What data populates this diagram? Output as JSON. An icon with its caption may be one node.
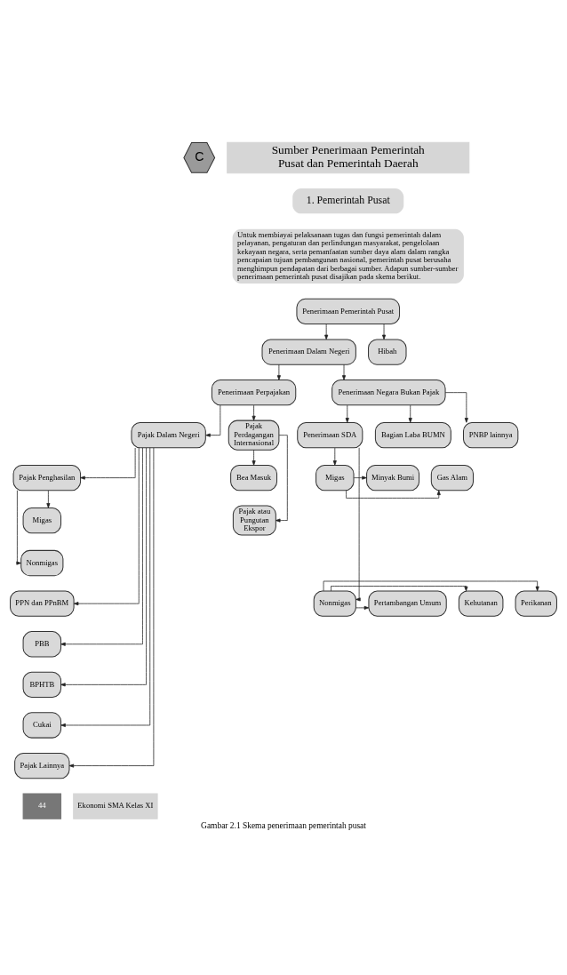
{
  "diagram": {
    "caption": "Gambar 2.1 Skema penerimaan pemerintah pusat",
    "nodes": [
      {
        "text": [
          "Penerimaan Pemerintah Pusat"
        ]
      },
      {
        "text": [
          "Penerimaan Dalam Negeri"
        ]
      },
      {
        "text": [
          "Hibah"
        ]
      },
      {
        "text": [
          "Penerimaan Perpajakan"
        ]
      },
      {
        "text": [
          "Penerimaan Negara Bukan Pajak"
        ]
      },
      {
        "text": [
          "Pajak Dalam Negeri"
        ]
      },
      {
        "text": [
          "Pajak Perdagangan Internasional"
        ]
      },
      {
        "text": [
          "Penerimaan SDA"
        ]
      },
      {
        "text": [
          "Bagian Laba BUMN"
        ]
      },
      {
        "text": [
          "PNBP lainnya"
        ]
      },
      {
        "text": [
          "Pajak Penghasilan"
        ]
      },
      {
        "text": [
          "Bea Masuk"
        ]
      },
      {
        "text": [
          "Migas"
        ]
      },
      {
        "text": [
          "Minyak Bumi"
        ]
      },
      {
        "text": [
          "Pajak atau Pungutan Ekspor"
        ]
      },
      {
        "text": [
          "Gas Alam"
        ]
      },
      {
        "text": [
          "Migas"
        ]
      },
      {
        "text": [
          "Nonmigas"
        ]
      },
      {
        "text": [
          "Pertambangan Umum"
        ]
      },
      {
        "text": [
          "PPN dan PPnBM"
        ]
      },
      {
        "text": [
          "Nonmigas"
        ]
      },
      {
        "text": [
          "Kehutanan"
        ]
      },
      {
        "text": [
          "PBB"
        ]
      },
      {
        "text": [
          "Perikanan"
        ]
      },
      {
        "text": [
          "BPHTB"
        ]
      },
      {
        "text": [
          "Cukai"
        ]
      },
      {
        "text": [
          "Pajak Lainnya"
        ]
      }
    ],
    "edges": [
      {
        "from": 0,
        "to": 1,
        "arrow": "to"
      },
      {
        "from": 0,
        "to": 2,
        "arrow": "to"
      },
      {
        "from": 1,
        "to": 3,
        "arrow": "to"
      },
      {
        "from": 1,
        "to": 4,
        "arrow": "to"
      },
      {
        "from": 3,
        "to": 5,
        "arrow": "to"
      },
      {
        "from": 3,
        "to": 6,
        "arrow": "to"
      },
      {
        "from": 4,
        "to": 7,
        "arrow": "to"
      },
      {
        "from": 4,
        "to": 8,
        "arrow": "to"
      },
      {
        "from": 4,
        "to": 9,
        "arrow": "to"
      },
      {
        "from": 5,
        "to": 10,
        "arrow": "to"
      },
      {
        "from": 10,
        "to": 16,
        "arrow": "to"
      },
      {
        "from": 10,
        "to": 17,
        "arrow": "to"
      },
      {
        "from": 5,
        "to": 19,
        "arrow": "to"
      },
      {
        "from": 5,
        "to": 22,
        "arrow": "to"
      },
      {
        "from": 5,
        "to": 24,
        "arrow": "to"
      },
      {
        "from": 5,
        "to": 25,
        "arrow": "to"
      },
      {
        "from": 5,
        "to": 26,
        "arrow": "to"
      },
      {
        "from": 6,
        "to": 11,
        "arrow": "to"
      },
      {
        "from": 6,
        "to": 14,
        "arrow": "to"
      },
      {
        "from": 7,
        "to": 12,
        "arrow": "to"
      },
      {
        "from": 7,
        "to": 20,
        "arrow": "to"
      },
      {
        "from": 12,
        "to": 13,
        "arrow": "to"
      },
      {
        "from": 12,
        "to": 15,
        "arrow": "to"
      },
      {
        "from": 20,
        "to": 18,
        "arrow": "to"
      },
      {
        "from": 20,
        "to": 21,
        "arrow": "to"
      },
      {
        "from": 20,
        "to": 23,
        "arrow": "to"
      }
    ],
    "labels": [
      "C",
      "Sumber Penerimaan Pemerintah Pusat dan Pemerintah Daerah",
      "1. Pemerintah Pusat",
      "Untuk membiayai pelaksanaan tugas dan fungsi pemerintah dalam pelayanan, pengaturan dan perlindungan masyarakat, pengelolaan kekayaan negara, serta pemanfaatan sumber daya alam dalam rangka pencapaian tujuan pembangunan nasional, pemerintah pusat berusaha menghimpun pendapatan dari berbagai sumber. Adapun sumber-sumber penerimaan pemerintah pusat disajikan pada skema berikut.",
      "44",
      "Ekonomi SMA Kelas XI"
    ]
  }
}
